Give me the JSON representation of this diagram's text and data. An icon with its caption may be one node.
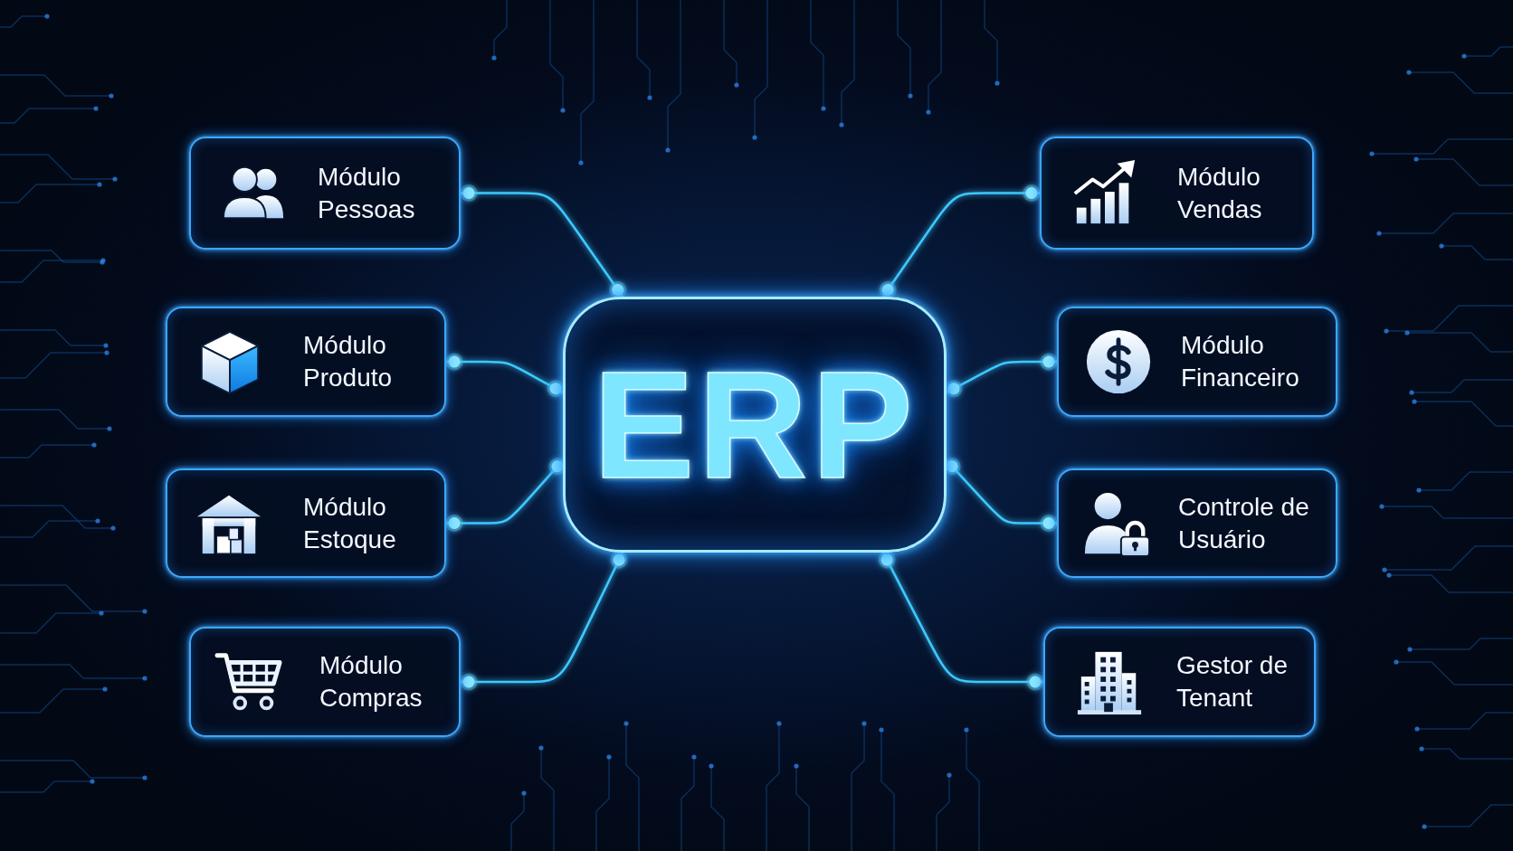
{
  "diagram": {
    "nodes": [
      {
        "text": [
          "Módulo Pessoas"
        ]
      },
      {
        "text": [
          "Módulo Vendas"
        ]
      },
      {
        "text": [
          "Módulo Produto"
        ]
      },
      {
        "text": [
          "ERP"
        ]
      },
      {
        "text": [
          "Módulo Financeiro"
        ]
      },
      {
        "text": [
          "Módulo Estoque"
        ]
      },
      {
        "text": [
          "Controle de Usuário"
        ]
      },
      {
        "text": [
          "Módulo Compras"
        ]
      },
      {
        "text": [
          "Gestor de Tenant"
        ]
      }
    ],
    "edges": [
      {
        "from": 0,
        "to": 3,
        "arrow": "other"
      },
      {
        "from": 1,
        "to": 3,
        "arrow": "other"
      },
      {
        "from": 2,
        "to": 3,
        "arrow": "other"
      },
      {
        "from": 4,
        "to": 3,
        "arrow": "other"
      },
      {
        "from": 5,
        "to": 3,
        "arrow": "other"
      },
      {
        "from": 6,
        "to": 3,
        "arrow": "other"
      },
      {
        "from": 7,
        "to": 3,
        "arrow": "other"
      },
      {
        "from": 8,
        "to": 3,
        "arrow": "other"
      }
    ]
  }
}
